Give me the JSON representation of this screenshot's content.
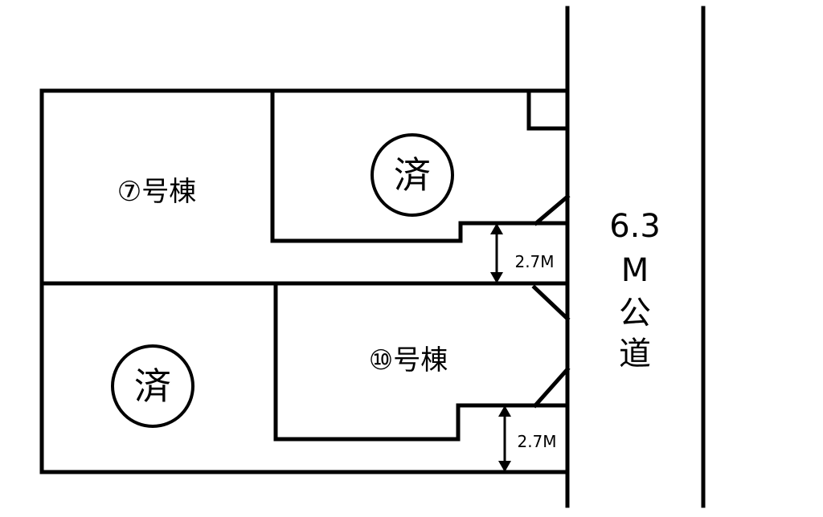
{
  "lots": [
    {
      "label": "⑦号棟"
    },
    {
      "label": "⑩号棟"
    }
  ],
  "sold_marks": [
    "済",
    "済"
  ],
  "dimensions": [
    "2.7M",
    "2.7M"
  ],
  "road": {
    "width": "6.3",
    "unit": "M",
    "name_1": "公",
    "name_2": "道"
  },
  "colors": {
    "line": "#000000",
    "background": "#ffffff"
  }
}
